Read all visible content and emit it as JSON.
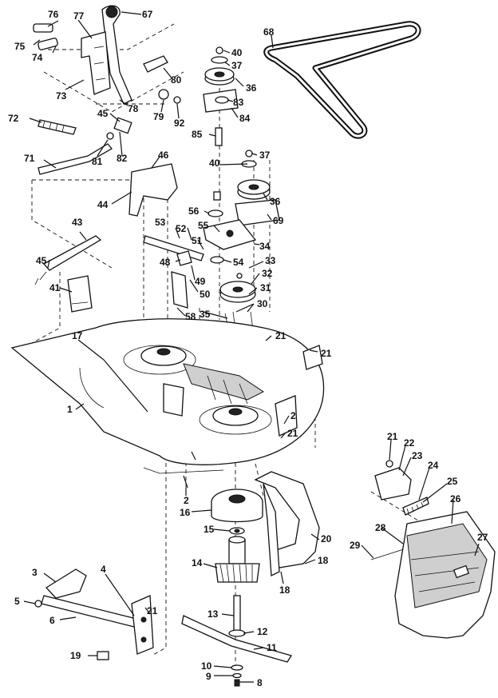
{
  "labels": [
    {
      "id": "76",
      "text": "76"
    },
    {
      "id": "77",
      "text": "77"
    },
    {
      "id": "67",
      "text": "67"
    },
    {
      "id": "75",
      "text": "75"
    },
    {
      "id": "74",
      "text": "74"
    },
    {
      "id": "73",
      "text": "73"
    },
    {
      "id": "80",
      "text": "80"
    },
    {
      "id": "78",
      "text": "78"
    },
    {
      "id": "79",
      "text": "79"
    },
    {
      "id": "92",
      "text": "92"
    },
    {
      "id": "72",
      "text": "72"
    },
    {
      "id": "45a",
      "text": "45"
    },
    {
      "id": "81",
      "text": "81"
    },
    {
      "id": "82",
      "text": "82"
    },
    {
      "id": "71",
      "text": "71"
    },
    {
      "id": "46",
      "text": "46"
    },
    {
      "id": "44",
      "text": "44"
    },
    {
      "id": "43",
      "text": "43"
    },
    {
      "id": "45b",
      "text": "45"
    },
    {
      "id": "41",
      "text": "41"
    },
    {
      "id": "40a",
      "text": "40"
    },
    {
      "id": "37a",
      "text": "37"
    },
    {
      "id": "36a",
      "text": "36"
    },
    {
      "id": "83",
      "text": "83"
    },
    {
      "id": "84",
      "text": "84"
    },
    {
      "id": "85",
      "text": "85"
    },
    {
      "id": "68",
      "text": "68"
    },
    {
      "id": "40b",
      "text": "40"
    },
    {
      "id": "37b",
      "text": "37"
    },
    {
      "id": "36b",
      "text": "36"
    },
    {
      "id": "69",
      "text": "69"
    },
    {
      "id": "56",
      "text": "56"
    },
    {
      "id": "55",
      "text": "55"
    },
    {
      "id": "53",
      "text": "53"
    },
    {
      "id": "52",
      "text": "52"
    },
    {
      "id": "51",
      "text": "51"
    },
    {
      "id": "34",
      "text": "34"
    },
    {
      "id": "54",
      "text": "54"
    },
    {
      "id": "33",
      "text": "33"
    },
    {
      "id": "48",
      "text": "48"
    },
    {
      "id": "49",
      "text": "49"
    },
    {
      "id": "50",
      "text": "50"
    },
    {
      "id": "32",
      "text": "32"
    },
    {
      "id": "31",
      "text": "31"
    },
    {
      "id": "30",
      "text": "30"
    },
    {
      "id": "58",
      "text": "58"
    },
    {
      "id": "35",
      "text": "35"
    },
    {
      "id": "21a",
      "text": "21"
    },
    {
      "id": "17",
      "text": "17"
    },
    {
      "id": "21b",
      "text": "21"
    },
    {
      "id": "1",
      "text": "1"
    },
    {
      "id": "2a",
      "text": "2"
    },
    {
      "id": "21c",
      "text": "21"
    },
    {
      "id": "2b",
      "text": "2"
    },
    {
      "id": "16",
      "text": "16"
    },
    {
      "id": "15",
      "text": "15"
    },
    {
      "id": "20",
      "text": "20"
    },
    {
      "id": "18a",
      "text": "18"
    },
    {
      "id": "18b",
      "text": "18"
    },
    {
      "id": "14",
      "text": "14"
    },
    {
      "id": "21d",
      "text": "21"
    },
    {
      "id": "22",
      "text": "22"
    },
    {
      "id": "23",
      "text": "23"
    },
    {
      "id": "24",
      "text": "24"
    },
    {
      "id": "25",
      "text": "25"
    },
    {
      "id": "26",
      "text": "26"
    },
    {
      "id": "28",
      "text": "28"
    },
    {
      "id": "29",
      "text": "29"
    },
    {
      "id": "27",
      "text": "27"
    },
    {
      "id": "3",
      "text": "3"
    },
    {
      "id": "4",
      "text": "4"
    },
    {
      "id": "5",
      "text": "5"
    },
    {
      "id": "6",
      "text": "6"
    },
    {
      "id": "21e",
      "text": "21"
    },
    {
      "id": "19",
      "text": "19"
    },
    {
      "id": "13",
      "text": "13"
    },
    {
      "id": "12",
      "text": "12"
    },
    {
      "id": "11",
      "text": "11"
    },
    {
      "id": "10",
      "text": "10"
    },
    {
      "id": "9",
      "text": "9"
    },
    {
      "id": "8",
      "text": "8"
    }
  ]
}
